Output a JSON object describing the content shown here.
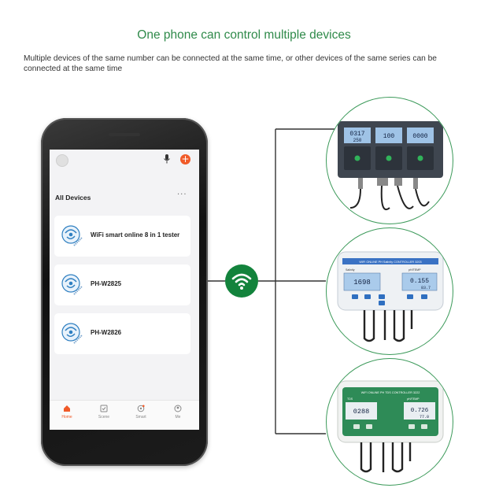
{
  "page": {
    "headline": "One phone can control multiple devices",
    "subtitle": "Multiple devices of the same number can be connected at the same time, or other devices of the same series can be connected at the same time"
  },
  "app": {
    "section_title": "All Devices",
    "more_label": "···",
    "add_label": "+",
    "devices": [
      {
        "name": "WiFi smart online 8 in 1 tester"
      },
      {
        "name": "PH-W2825"
      },
      {
        "name": "PH-W2826"
      }
    ],
    "tabs": [
      {
        "label": "Home",
        "active": true
      },
      {
        "label": "Scene",
        "active": false
      },
      {
        "label": "Smart",
        "active": false
      },
      {
        "label": "Me",
        "active": false
      }
    ]
  },
  "devices_shown": {
    "top": {
      "displays": [
        "0317",
        "100",
        "0000"
      ],
      "sub_display": "250"
    },
    "middle": {
      "title": "WIFI ONLINE PH Salinity CONTROLLER 3203",
      "left_label": "Salinity",
      "left_value": "1698",
      "right_label": "pH/TEMP",
      "right_value": "0.155",
      "right_sub": "83.7"
    },
    "bottom": {
      "title": "WIFI ONLINE PH TDS CONTROLLER 3222",
      "left_label": "TDS",
      "left_value": "0288",
      "right_label": "pH/TEMP",
      "right_value": "0.726",
      "right_sub": "77.0"
    }
  },
  "colors": {
    "accent_green": "#2f8a4a",
    "wifi_green": "#13833c",
    "app_orange": "#f05a28"
  },
  "icons": [
    "avatar-icon",
    "mic-icon",
    "add-icon",
    "more-icon",
    "home-icon",
    "scene-icon",
    "smart-icon",
    "me-icon",
    "wifi-icon"
  ]
}
